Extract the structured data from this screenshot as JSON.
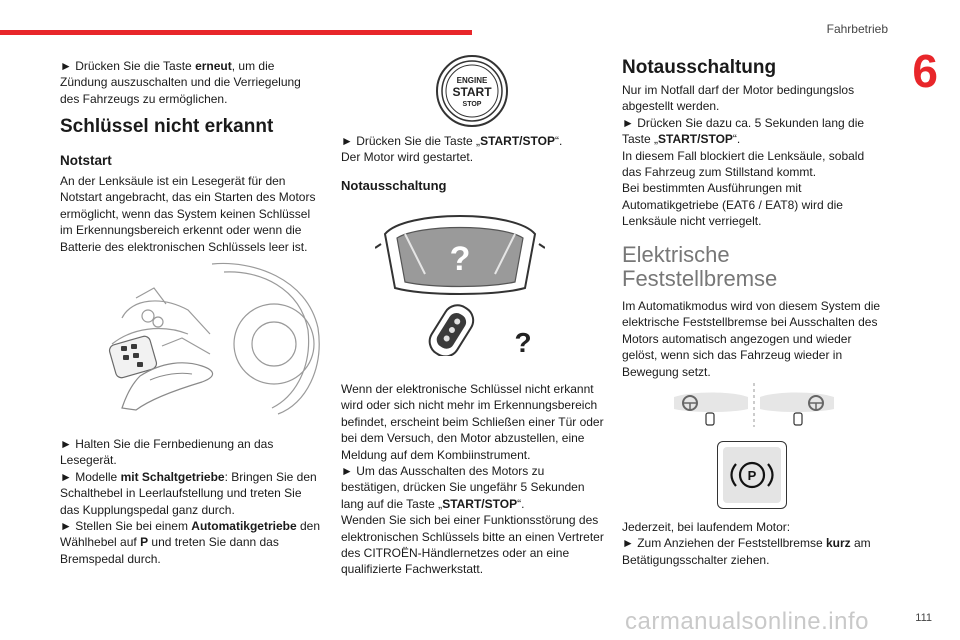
{
  "header": {
    "section": "Fahrbetrieb",
    "chapter": "6"
  },
  "footer": {
    "page": "111",
    "watermark": "carmanualsonline.info"
  },
  "col1": {
    "p1_pre": "► Drücken Sie die Taste ",
    "p1_bold": "erneut",
    "p1_post": ", um die Zündung auszuschalten und die Verriegelung des Fahrzeugs zu ermöglichen.",
    "h_key": "Schlüssel nicht erkannt",
    "h_notstart": "Notstart",
    "p_notstart": "An der Lenksäule ist ein Lesegerät für den Notstart angebracht, das ein Starten des Motors ermöglicht, wenn das System keinen Schlüssel im Erkennungsbereich erkennt oder wenn die Batterie des elektronischen Schlüssels leer ist.",
    "s1": "► Halten Sie die Fernbedienung an das Lesegerät.",
    "s2_pre": "► Modelle ",
    "s2_bold": "mit Schaltgetriebe",
    "s2_post": ": Bringen Sie den Schalthebel in Leerlaufstellung und treten Sie das Kupplungspedal ganz durch.",
    "s3_pre": "► Stellen Sie bei einem ",
    "s3_bold": "Automatikgetriebe",
    "s3_mid": " den Wählhebel auf ",
    "s3_p": "P",
    "s3_post": " und treten Sie dann das Bremspedal durch."
  },
  "col2": {
    "button_l1": "ENGINE",
    "button_l2": "START",
    "button_l3": "STOP",
    "s_pre": "► Drücken Sie die Taste „",
    "s_bold": "START/STOP",
    "s_post": "“.",
    "s_result": "Der Motor wird gestartet.",
    "h_not": "Notausschaltung",
    "q1": "?",
    "q2": "?",
    "p_a": "Wenn der elektronische Schlüssel nicht erkannt wird oder sich nicht mehr im Erkennungsbereich befindet, erscheint beim Schließen einer Tür oder bei dem Versuch, den Motor abzustellen, eine Meldung auf dem Kombiinstrument.",
    "p_b_pre": "► Um das Ausschalten des Motors zu bestätigen, drücken Sie ungefähr 5 Sekunden lang auf die Taste „",
    "p_b_bold": "START/STOP",
    "p_b_post": "“.",
    "p_c": "Wenden Sie sich bei einer Funktionsstörung des elektronischen Schlüssels bitte an einen Vertreter des CITROËN-Händlernetzes oder an eine qualifizierte Fachwerkstatt."
  },
  "col3": {
    "h_not": "Notausschaltung",
    "p1": "Nur im Notfall darf der Motor bedingungslos abgestellt werden.",
    "p2_pre": "► Drücken Sie dazu ca. 5 Sekunden lang die Taste „",
    "p2_bold": "START/STOP",
    "p2_post": "“.",
    "p3": "In diesem Fall blockiert die Lenksäule, sobald das Fahrzeug zum Stillstand kommt.",
    "p4": "Bei bestimmten Ausführungen mit Automatikgetriebe (EAT6 / EAT8) wird die Lenksäule nicht verriegelt.",
    "h_efb1": "Elektrische",
    "h_efb2": "Feststellbremse",
    "p5": "Im Automatikmodus wird von diesem System die elektrische Feststellbremse bei Ausschalten des Motors automatisch angezogen und wieder gelöst, wenn sich das Fahrzeug wieder in Bewegung setzt.",
    "p_icon": "(P)",
    "p6": "Jederzeit, bei laufendem Motor:",
    "p7_pre": "► Zum Anziehen der Feststellbremse ",
    "p7_bold": "kurz",
    "p7_post": " am Betätigungsschalter ziehen."
  },
  "colors": {
    "accent": "#e8262a"
  }
}
